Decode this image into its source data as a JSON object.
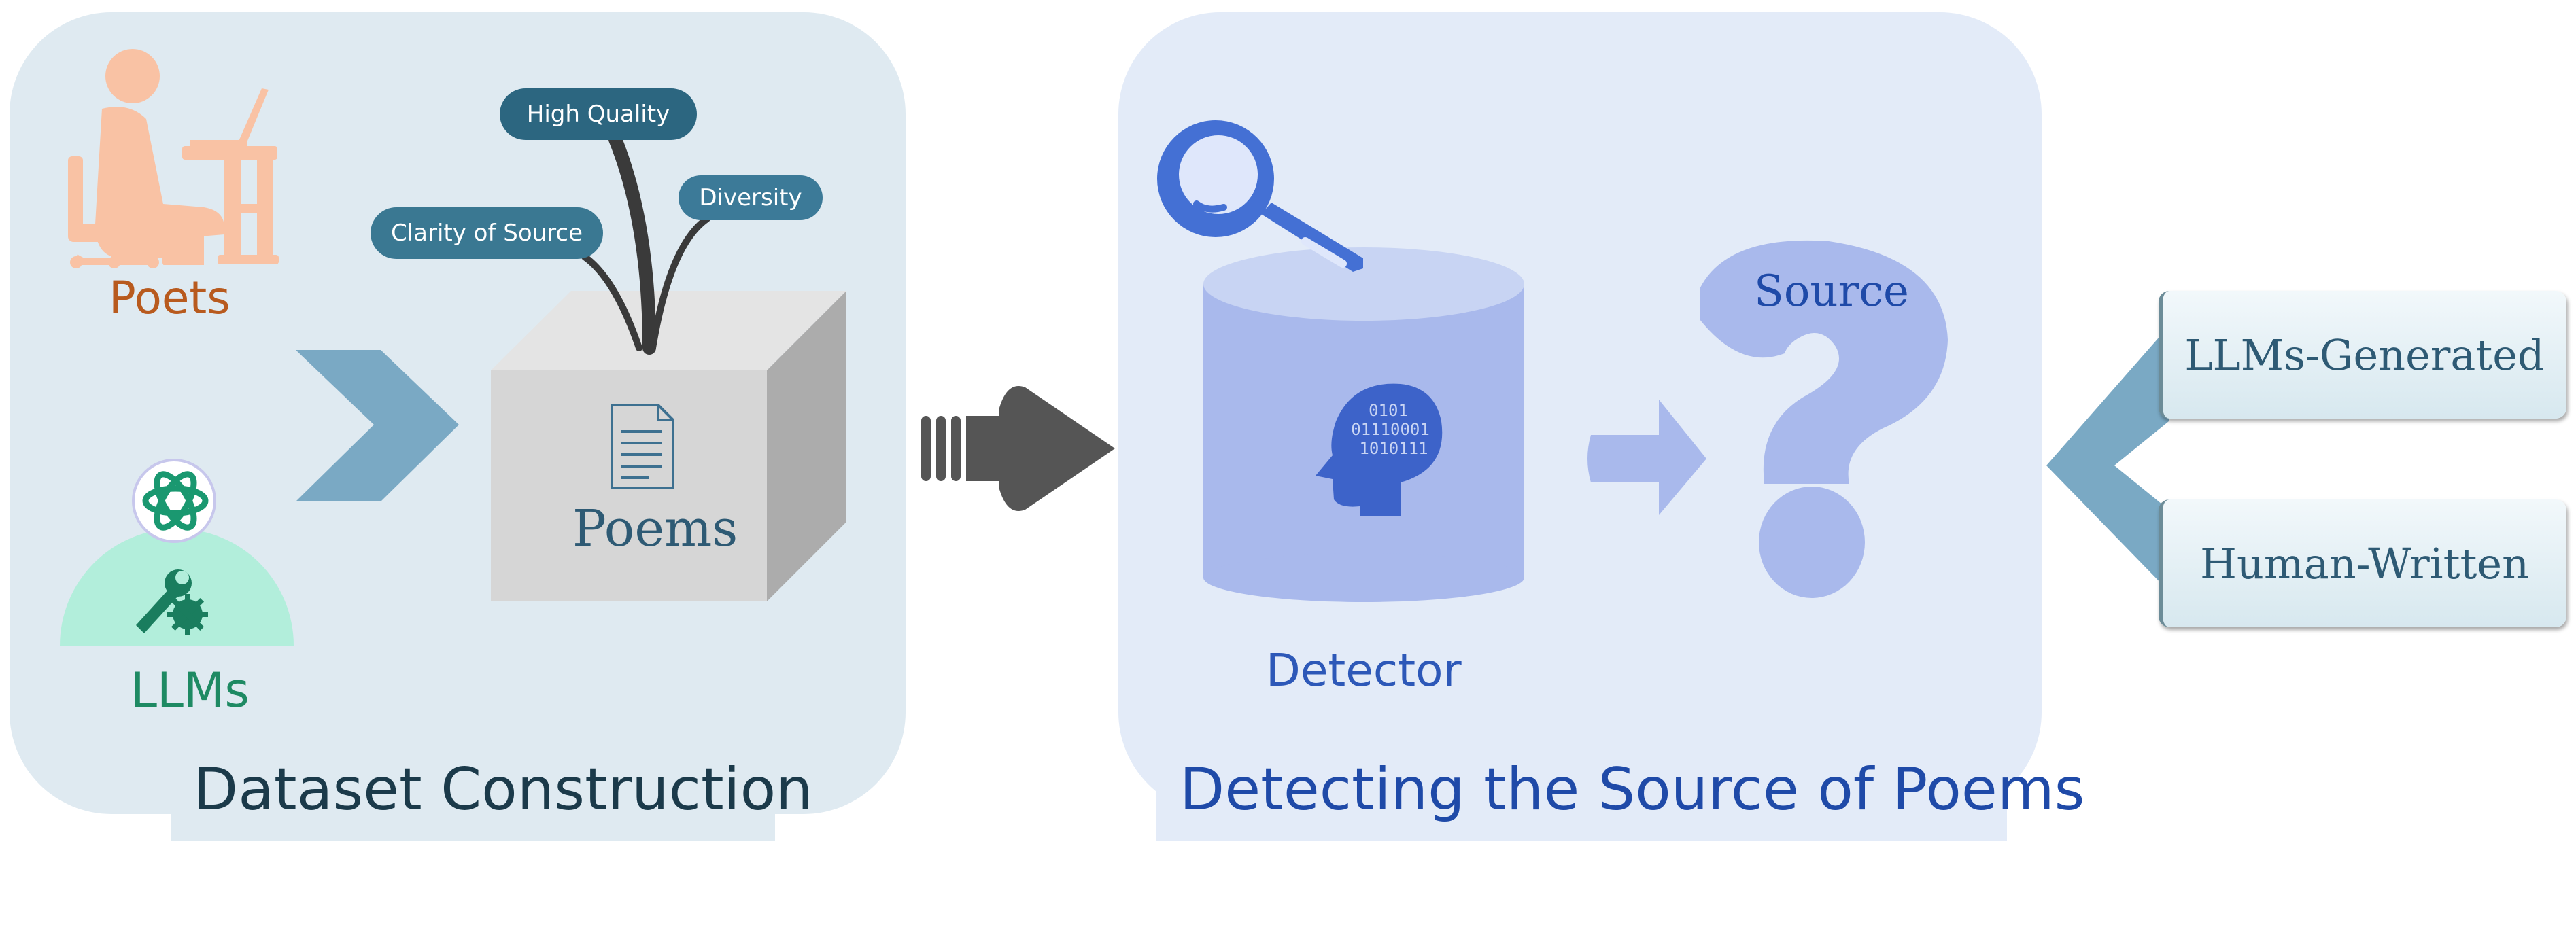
{
  "panels": {
    "dataset_construction": {
      "title": "Dataset Construction",
      "poets_label": "Poets",
      "llms_label": "LLMs",
      "poems_label": "Poems",
      "criteria": [
        "High Quality",
        "Diversity",
        "Clarity of Source"
      ]
    },
    "detecting": {
      "title": "Detecting the Source of Poems",
      "detector_label": "Detector",
      "source_label": "Source",
      "binary_text": [
        "0101",
        "01110001",
        "1010111"
      ]
    }
  },
  "outputs": {
    "generated": "LLMs-Generated",
    "human": "Human-Written"
  },
  "colors": {
    "panel_left": "#dfeaf1",
    "panel_right": "#e3ebf8",
    "poet": "#f9c2a4",
    "llm_dome": "#b2eedb",
    "chevron": "#7aa9c4",
    "arrow": "#555555",
    "detector": "#a9b9ec",
    "magnifier": "#4470d4"
  }
}
